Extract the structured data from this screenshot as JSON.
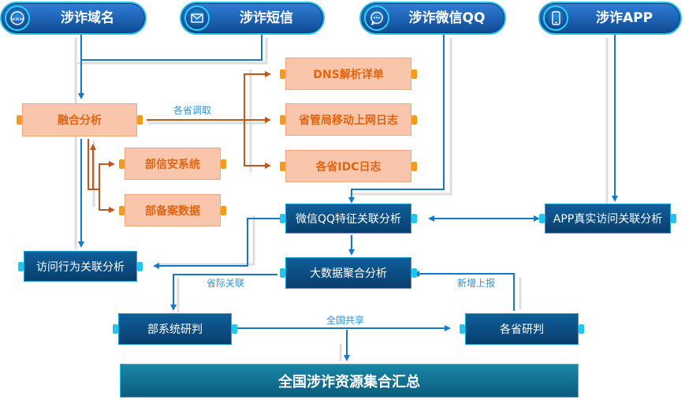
{
  "sources": [
    {
      "label": "涉诈域名",
      "icon": "globe-www-icon"
    },
    {
      "label": "涉诈短信",
      "icon": "envelope-icon"
    },
    {
      "label": "涉诈微信QQ",
      "icon": "chat-bubble-icon"
    },
    {
      "label": "涉诈APP",
      "icon": "phone-icon"
    }
  ],
  "nodes": {
    "fusion": "融合分析",
    "dns": "DNS解析详单",
    "mobile_log": "省管局移动上网日志",
    "idc_log": "各省IDC日志",
    "ministry_security": "部信安系统",
    "ministry_filing": "部备案数据",
    "wechat_qq": "微信QQ特征关联分析",
    "app_visit": "APP真实访问关联分析",
    "visit_behavior": "访问行为关联分析",
    "bigdata": "大数据聚合分析",
    "ministry_judge": "部系统研判",
    "province_judge": "各省研判",
    "summary": "全国涉诈资源集合汇总"
  },
  "edge_labels": {
    "province_retrieve": "各省调取",
    "inter_province": "省际关联",
    "new_report": "新增上报",
    "nation_share": "全国共享"
  },
  "colors": {
    "blue_line": "#1479c8",
    "orange_line": "#c0581c",
    "gray_line": "#dcdcdc"
  }
}
